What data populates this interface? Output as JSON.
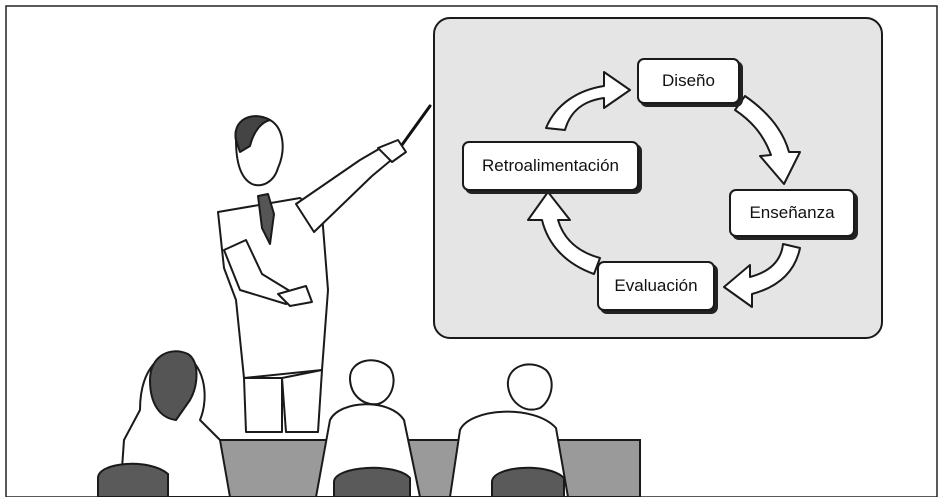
{
  "diagram": {
    "type": "cycle",
    "nodes": [
      {
        "id": "diseno",
        "label": "Diseño"
      },
      {
        "id": "ensenanza",
        "label": "Enseñanza"
      },
      {
        "id": "evaluacion",
        "label": "Evaluación"
      },
      {
        "id": "retroalimentacion",
        "label": "Retroalimentación"
      }
    ],
    "edges": [
      {
        "from": "diseno",
        "to": "ensenanza"
      },
      {
        "from": "ensenanza",
        "to": "evaluacion"
      },
      {
        "from": "evaluacion",
        "to": "retroalimentacion"
      },
      {
        "from": "retroalimentacion",
        "to": "diseno"
      }
    ]
  },
  "illustration": {
    "presenter": "person-with-pointer-icon",
    "audience": "seated-audience-icon"
  },
  "colors": {
    "board_fill": "#e5e5e5",
    "outline": "#1a1a1a",
    "chair": "#5a5a5a",
    "table": "#9a9a9a"
  }
}
